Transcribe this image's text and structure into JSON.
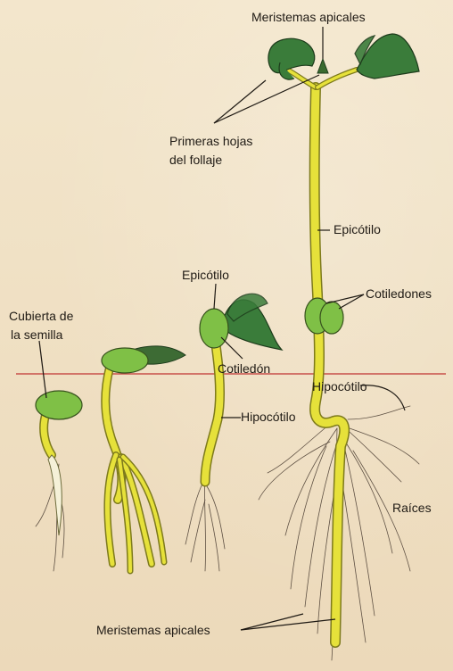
{
  "labels": {
    "meristemas_apicales_top": "Meristemas apicales",
    "primeras_hojas_line1": "Primeras hojas",
    "primeras_hojas_line2": "del follaje",
    "epicotilo_tall": "Epicótilo",
    "epicotilo_mid": "Epicótilo",
    "cotiledones": "Cotiledones",
    "cubierta_line1": "Cubierta de",
    "cubierta_line2": "la semilla",
    "cotiledon": "Cotiledón",
    "hipocotilo_tall": "Hipocótilo",
    "hipocotilo_mid": "Hipocótilo",
    "raices": "Raíces",
    "meristemas_apicales_bottom": "Meristemas apicales"
  },
  "colors": {
    "background": "#f1e3c8",
    "ground_line": "#c8504a",
    "stem": "#e6e13a",
    "cotyledon": "#7fc046",
    "leaf": "#3a7c3a",
    "root": "#5e5043"
  }
}
